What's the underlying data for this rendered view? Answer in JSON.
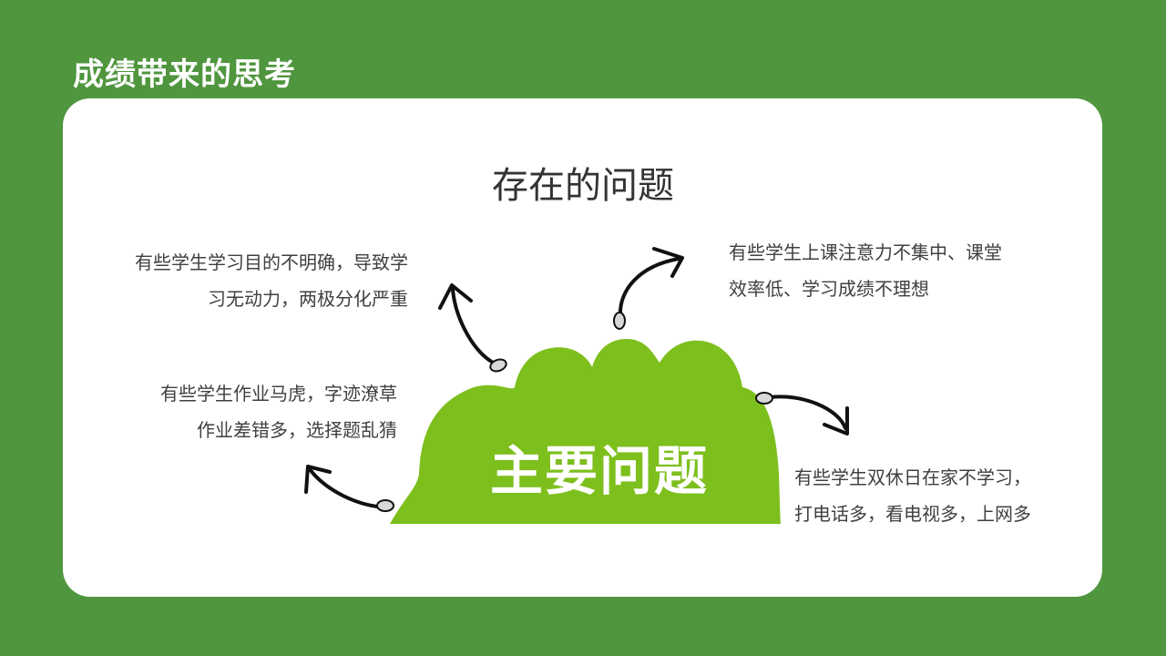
{
  "slide": {
    "title": "成绩带来的思考"
  },
  "card": {
    "heading": "存在的问题",
    "center_label": "主要问题",
    "notes": [
      {
        "line1": "有些学生学习目的不明确，导致学",
        "line2": "习无动力，两极分化严重"
      },
      {
        "line1": "有些学生上课注意力不集中、课堂",
        "line2": "效率低、学习成绩不理想"
      },
      {
        "line1": "有些学生作业马虎，字迹潦草",
        "line2": "作业差错多，选择题乱猜"
      },
      {
        "line1": "有些学生双休日在家不学习，",
        "line2": "打电话多，看电视多，上网多"
      }
    ]
  },
  "colors": {
    "background": "#4f963e",
    "card": "#ffffff",
    "bush": "#7dbf1d",
    "heading_text": "#333333",
    "note_text": "#404040",
    "arrow": "#111111"
  },
  "icons": {
    "bush": "bush-shape",
    "arrows": [
      "curved-arrow-icon",
      "curved-arrow-icon",
      "curved-arrow-icon",
      "curved-arrow-icon"
    ]
  }
}
